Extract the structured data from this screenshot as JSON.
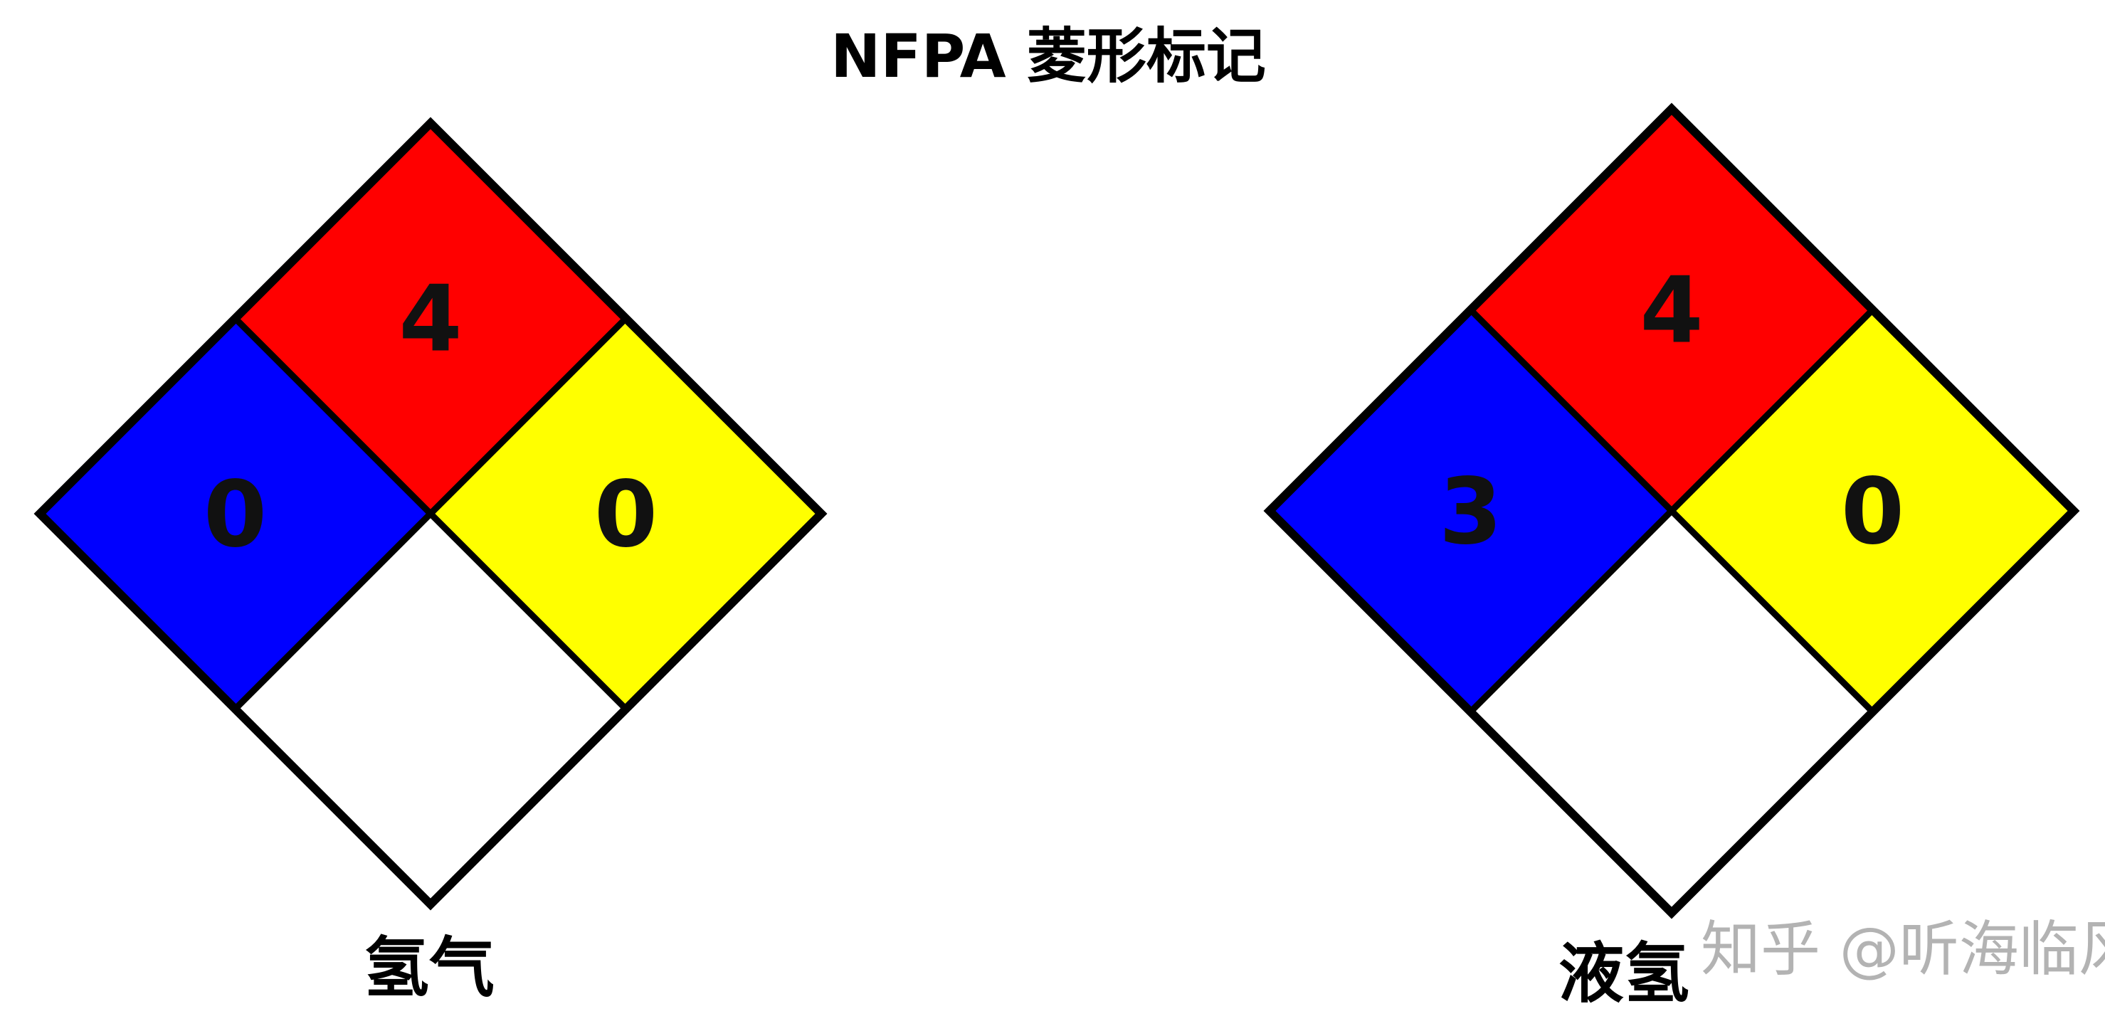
{
  "title": "NFPA 菱形标记",
  "colors": {
    "health": "#0000ff",
    "flammability": "#ff0000",
    "instability": "#ffff00",
    "special": "#ffffff",
    "border": "#000000"
  },
  "diamonds": [
    {
      "label": "氢气",
      "health": "0",
      "flammability": "4",
      "instability": "0",
      "special": ""
    },
    {
      "label": "液氢",
      "health": "3",
      "flammability": "4",
      "instability": "0",
      "special": ""
    }
  ],
  "watermark": "知乎 @听海临风"
}
